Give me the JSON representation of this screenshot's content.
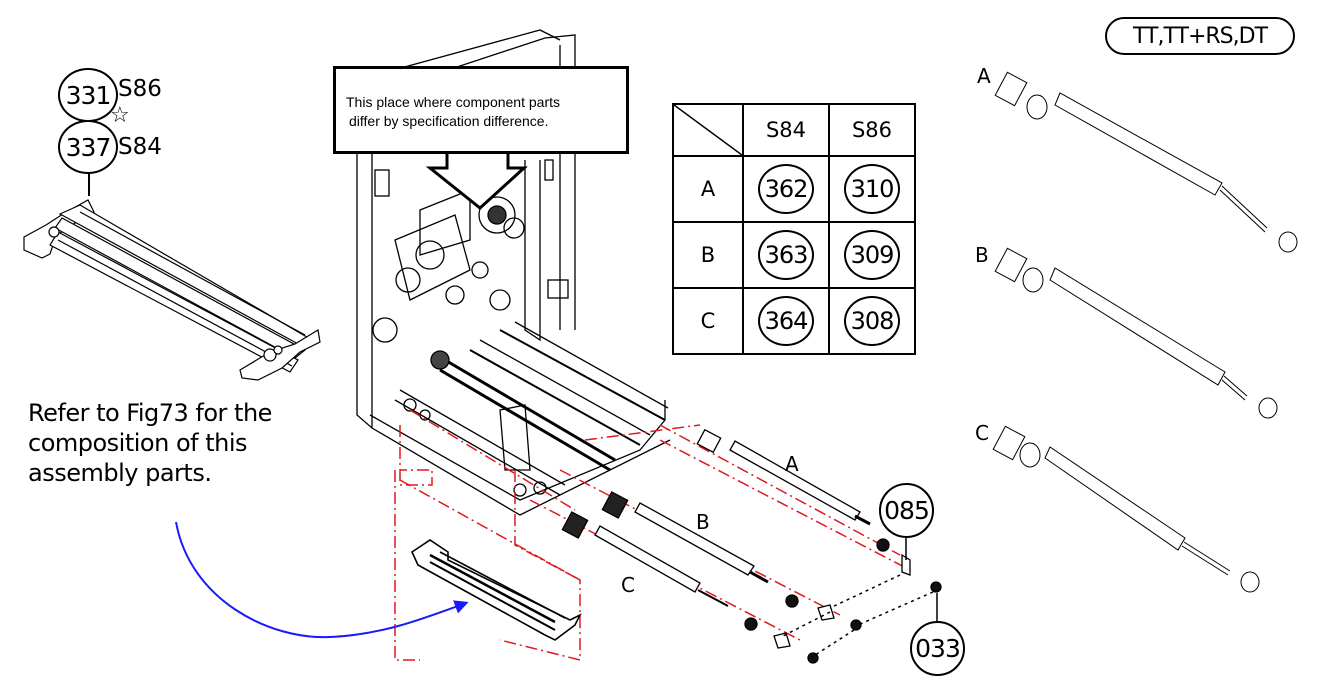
{
  "spec_label": "TT,TT+RS,DT",
  "callout": {
    "line1": "This place where component parts",
    "line2": "differ by specification difference."
  },
  "top_left_assembly": {
    "part_s86": "331",
    "spec_s86": "S86",
    "part_s84": "337",
    "spec_s84": "S84",
    "marker": "☆"
  },
  "reference_note": {
    "line1": "Refer to Fig73 for the",
    "line2": "composition of this",
    "line3": "assembly parts."
  },
  "spec_table": {
    "columns": [
      "S84",
      "S86"
    ],
    "rows": [
      {
        "label": "A",
        "values": [
          "362",
          "310"
        ]
      },
      {
        "label": "B",
        "values": [
          "363",
          "309"
        ]
      },
      {
        "label": "C",
        "values": [
          "364",
          "308"
        ]
      }
    ]
  },
  "exploded_labels": {
    "roller_a": "A",
    "roller_b": "B",
    "roller_c": "C"
  },
  "part_callouts": {
    "clip": "085",
    "screw": "033"
  },
  "detail_rollers": [
    {
      "label": "A"
    },
    {
      "label": "B"
    },
    {
      "label": "C"
    }
  ],
  "colors": {
    "centerline": "#e0191e",
    "arrow": "#1a1aff",
    "ink": "#000000"
  }
}
